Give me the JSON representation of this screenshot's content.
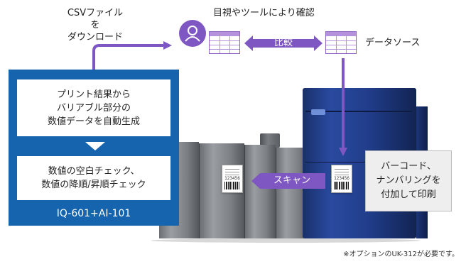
{
  "colors": {
    "brand_blue": "#1564ad",
    "purple": "#7e57c2",
    "gray_box": "#eeeeee"
  },
  "top": {
    "download_line1": "CSVファイルを",
    "download_line2": "ダウンロード",
    "confirm_label": "目視やツールにより確認",
    "compare_label": "比較",
    "source_label": "データソース"
  },
  "left_panel": {
    "box1_line1": "プリント結果から",
    "box1_line2": "バリアブル部分の",
    "box1_line3": "数値データを自動生成",
    "box2_line1": "数値の空白チェック、",
    "box2_line2": "数値の降順/昇順チェック",
    "model": "IQ-601+AI-101"
  },
  "scan_label": "スキャン",
  "barcode_number": "123456",
  "callout": {
    "line1": "バーコード、",
    "line2": "ナンバリングを",
    "line3": "付加して印刷"
  },
  "icons": [
    "user-icon",
    "spreadsheet-icon",
    "barcode-card-icon",
    "arrow-icon"
  ],
  "footnote": "※オプションのUK-312が必要です。"
}
